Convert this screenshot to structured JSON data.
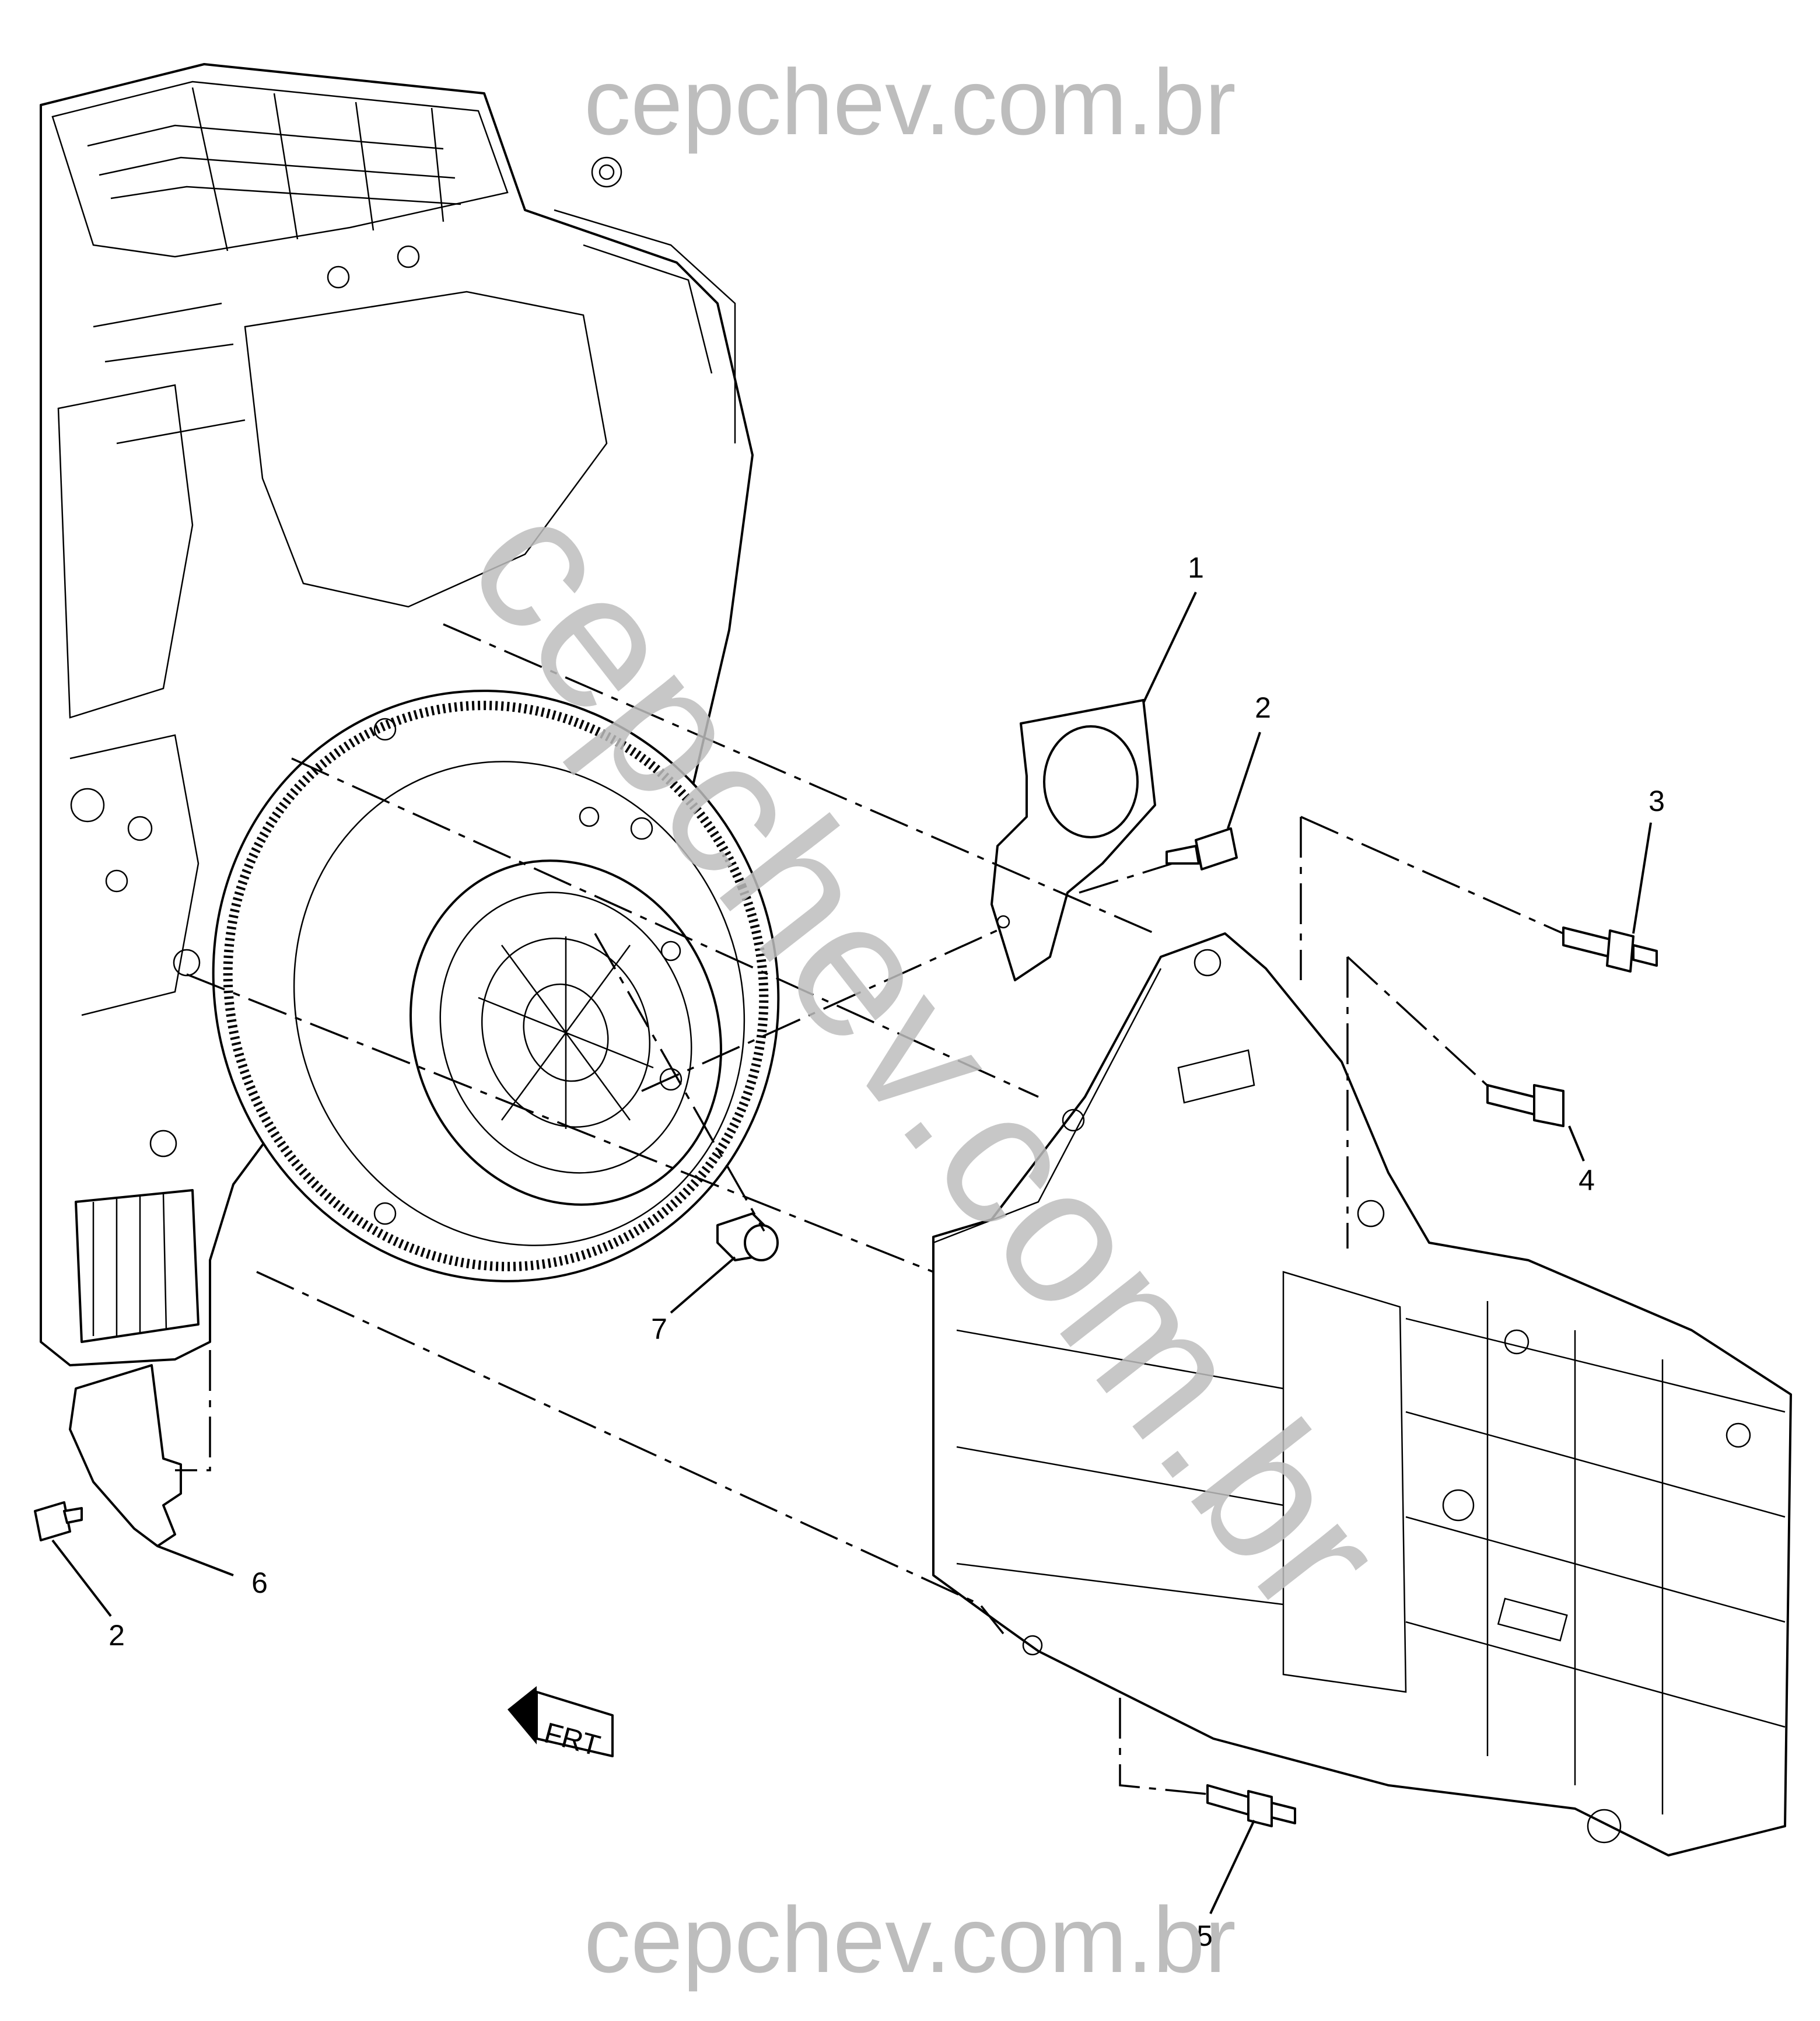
{
  "watermark": {
    "top": "cepchev.com.br",
    "diagonal": "cepchev.com.br",
    "bottom": "cepchev.com.br"
  },
  "callouts": [
    "1",
    "2",
    "3",
    "4",
    "5",
    "6",
    "7",
    "2"
  ],
  "direction_marker": "FRT"
}
